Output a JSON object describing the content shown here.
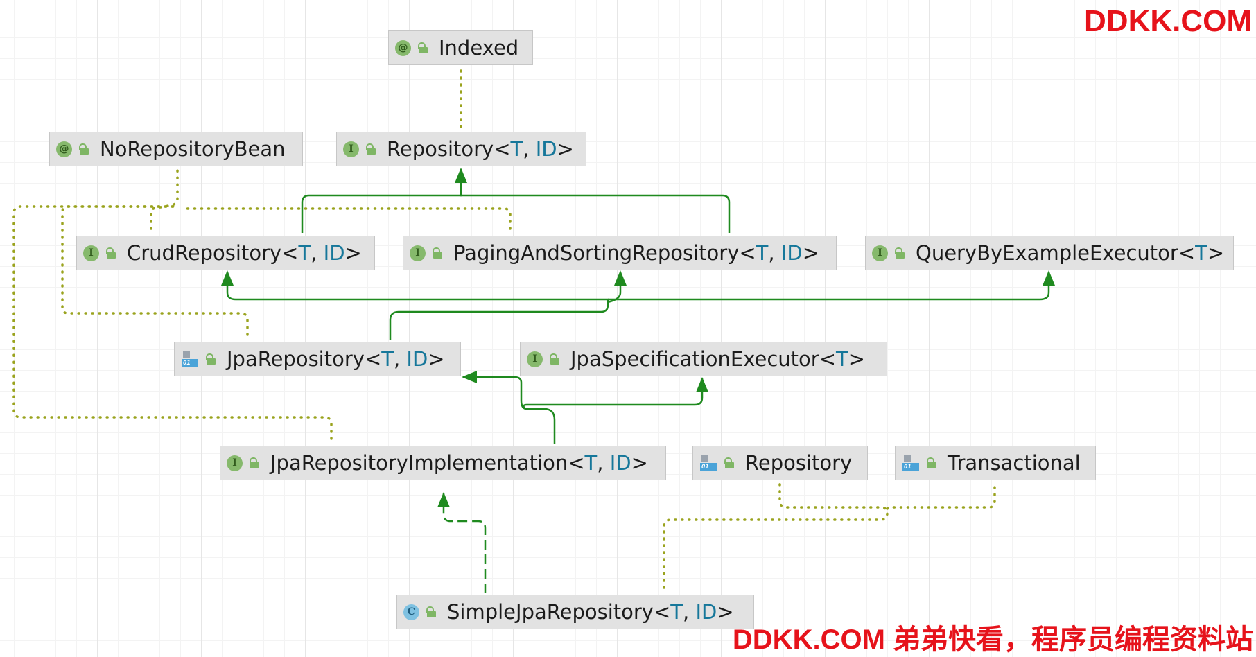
{
  "nodes": {
    "indexed": {
      "icon": "annotation",
      "icon_glyph": "@",
      "name": "Indexed",
      "params": []
    },
    "no_repository_bean": {
      "icon": "annotation",
      "icon_glyph": "@",
      "name": "NoRepositoryBean",
      "params": []
    },
    "repository_generic": {
      "icon": "interface",
      "icon_glyph": "I",
      "name": "Repository",
      "params": [
        "T",
        "ID"
      ]
    },
    "crud_repository": {
      "icon": "interface",
      "icon_glyph": "I",
      "name": "CrudRepository",
      "params": [
        "T",
        "ID"
      ]
    },
    "paging_sorting_repository": {
      "icon": "interface",
      "icon_glyph": "I",
      "name": "PagingAndSortingRepository",
      "params": [
        "T",
        "ID"
      ]
    },
    "query_by_example_executor": {
      "icon": "interface",
      "icon_glyph": "I",
      "name": "QueryByExampleExecutor",
      "params": [
        "T"
      ]
    },
    "jpa_repository": {
      "icon": "package",
      "icon_glyph": "01",
      "name": "JpaRepository",
      "params": [
        "T",
        "ID"
      ]
    },
    "jpa_specification_executor": {
      "icon": "interface",
      "icon_glyph": "I",
      "name": "JpaSpecificationExecutor",
      "params": [
        "T"
      ]
    },
    "jpa_repository_implementation": {
      "icon": "interface",
      "icon_glyph": "I",
      "name": "JpaRepositoryImplementation",
      "params": [
        "T",
        "ID"
      ]
    },
    "repository_annotation": {
      "icon": "package",
      "icon_glyph": "01",
      "name": "Repository",
      "params": []
    },
    "transactional": {
      "icon": "package",
      "icon_glyph": "01",
      "name": "Transactional",
      "params": []
    },
    "simple_jpa_repository": {
      "icon": "class",
      "icon_glyph": "C",
      "name": "SimpleJpaRepository",
      "params": [
        "T",
        "ID"
      ]
    }
  },
  "colors": {
    "extends_line": "#1f8a1f",
    "annotation_line": "#9aa31e",
    "type_param": "#16779a",
    "watermark": "#e6131b"
  },
  "watermark": {
    "top": "DDKK.COM",
    "bottom": "DDKK.COM 弟弟快看，程序员编程资料站"
  }
}
